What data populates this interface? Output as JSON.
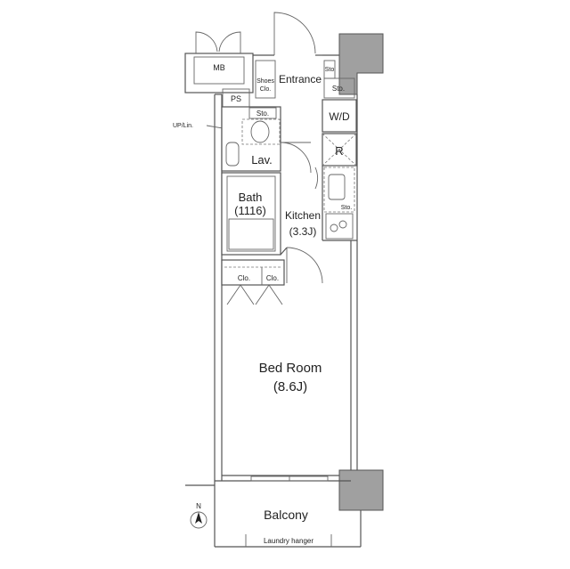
{
  "rooms": {
    "mb": "MB",
    "ps": "PS",
    "shoes_clo_1": "Shoes",
    "shoes_clo_2": "Clo.",
    "entrance": "Entrance",
    "sto_entrance_small": "Sto",
    "sto_entrance": "Sto.",
    "sto_lav": "Sto.",
    "up_lin": "UP/Lin.",
    "wd": "W/D",
    "r": "R",
    "lav": "Lav.",
    "bath": "Bath",
    "bath_size": "(1116)",
    "sto_kitchen": "Sto.",
    "kitchen": "Kitchen",
    "kitchen_size": "(3.3J)",
    "clo_left": "Clo.",
    "clo_right": "Clo.",
    "bedroom": "Bed Room",
    "bedroom_size": "(8.6J)",
    "balcony": "Balcony",
    "laundry": "Laundry hanger"
  },
  "compass": {
    "north": "N"
  },
  "colors": {
    "wall": "#555555",
    "pillar": "#a0a0a0",
    "background": "#ffffff"
  }
}
